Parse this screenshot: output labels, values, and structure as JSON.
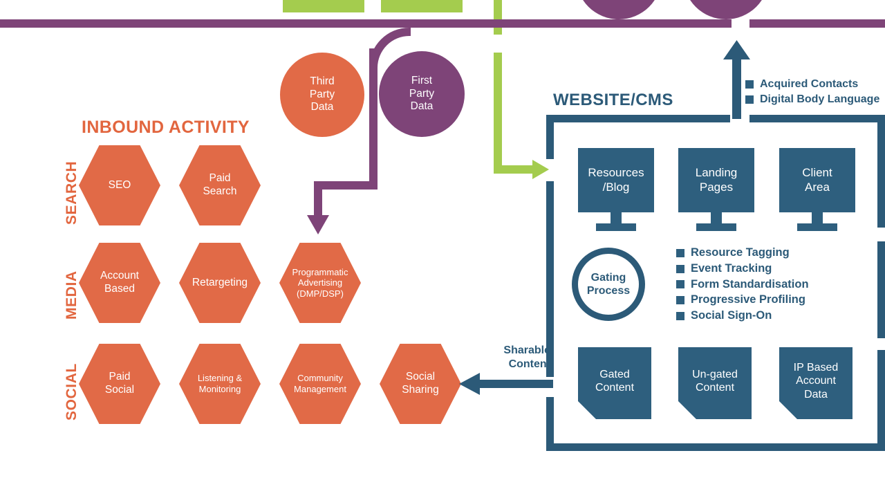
{
  "diagram": {
    "title_inbound": "INBOUND ACTIVITY",
    "title_cms": "WEBSITE/CMS",
    "channels": [
      {
        "label": "SEARCH"
      },
      {
        "label": "MEDIA"
      },
      {
        "label": "SOCIAL"
      }
    ],
    "hexagons": {
      "search": [
        {
          "label": "SEO"
        },
        {
          "label": "Paid\nSearch"
        }
      ],
      "media": [
        {
          "label": "Account\nBased"
        },
        {
          "label": "Retargeting"
        },
        {
          "label": "Programmatic\nAdvertising\n(DMP/DSP)"
        }
      ],
      "social": [
        {
          "label": "Paid\nSocial"
        },
        {
          "label": "Listening &\nMonitoring"
        },
        {
          "label": "Community\nManagement"
        },
        {
          "label": "Social\nSharing"
        }
      ]
    },
    "data_circles": [
      {
        "label": "Third\nParty\nData",
        "color": "#E16A47"
      },
      {
        "label": "First\nParty\nData",
        "color": "#7E4478"
      }
    ],
    "cms": {
      "monitors": [
        {
          "label": "Resources\n/Blog"
        },
        {
          "label": "Landing\nPages"
        },
        {
          "label": "Client\nArea"
        }
      ],
      "documents": [
        {
          "label": "Gated\nContent"
        },
        {
          "label": "Un-gated\nContent"
        },
        {
          "label": "IP Based\nAccount\nData"
        }
      ],
      "gating": {
        "label": "Gating\nProcess"
      },
      "feature_bullets": [
        "Resource Tagging",
        "Event Tracking",
        "Form Standardisation",
        "Progressive Profiling",
        "Social Sign-On"
      ]
    },
    "top_bullets": [
      "Acquired Contacts",
      "Digital Body Language"
    ],
    "connectors": {
      "sharable_label": "Sharable\nContent"
    },
    "colors": {
      "orange": "#E16A47",
      "orange_text": "#E2663F",
      "purple": "#7E4478",
      "green": "#A4CC4E",
      "blue": "#2C5A78",
      "blue_fill": "#2E5F7E",
      "background": "#FFFFFF"
    }
  }
}
